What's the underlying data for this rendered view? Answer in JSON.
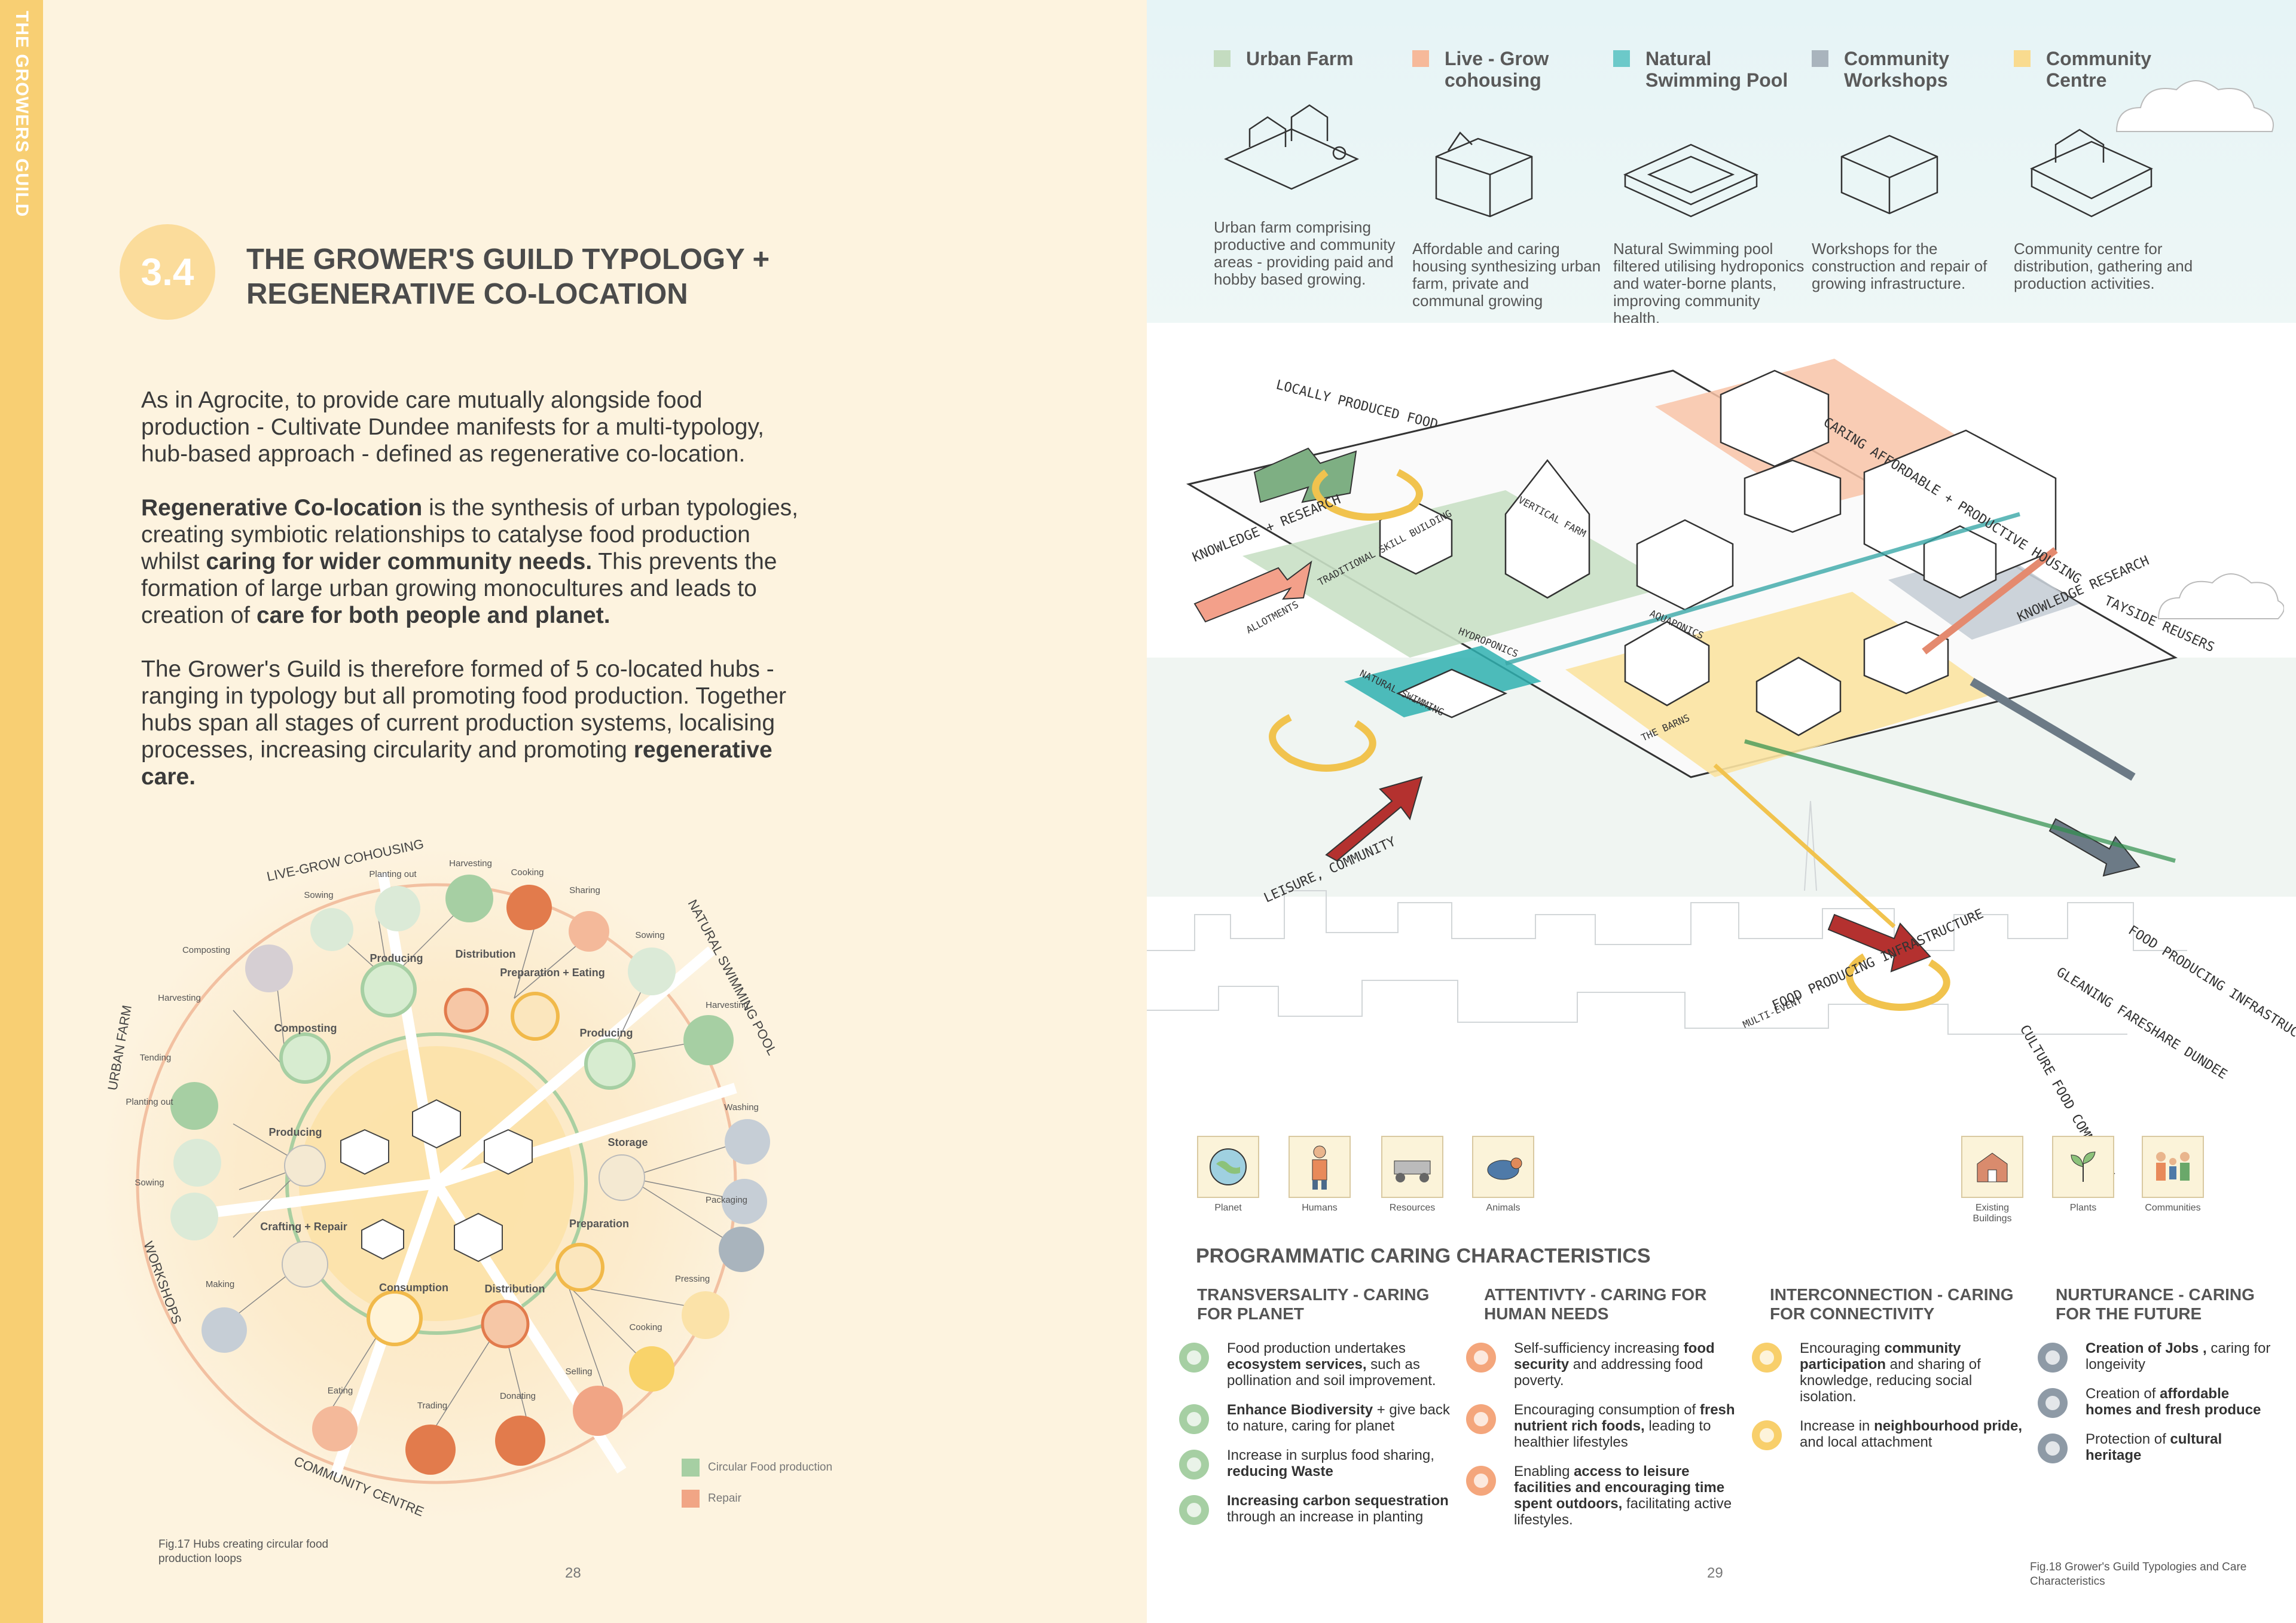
{
  "spine": "THE GROWERS GUILD",
  "section": {
    "number": "3.4",
    "title_line1": "THE GROWER'S GUILD TYPOLOGY +",
    "title_line2": "REGENERATIVE CO-LOCATION"
  },
  "paragraphs": {
    "p1": "As in Agrocite, to provide care mutually alongside food production - Cultivate Dundee manifests for a multi-typology, hub-based approach - defined as regenerative co-location.",
    "p2a": "Regenerative Co-location",
    "p2b": " is the synthesis of urban typologies, creating symbiotic relationships to catalyse food production whilst ",
    "p2c": "caring for wider community needs.",
    "p2d": " This prevents the formation of large urban growing monocultures and leads to creation of ",
    "p2e": "care for both people and planet.",
    "p3a": "The Grower's Guild is therefore formed of 5 co-located hubs - ranging in typology but all promoting food production. Together hubs span all stages of current production systems, localising processes, increasing circularity and promoting ",
    "p3b": "regenerative care."
  },
  "wheel": {
    "hubs": [
      "LIVE-GROW COHOUSING",
      "NATURAL SWIMMING POOL",
      "URBAN FARM",
      "WORKSHOPS",
      "COMMUNITY CENTRE"
    ],
    "inner": [
      "Producing",
      "Distribution",
      "Preparation + Eating",
      "Producing",
      "Composting",
      "Producing",
      "Storage",
      "Preparation",
      "Crafting + Repair",
      "Consumption",
      "Distribution"
    ],
    "outer": [
      "Sowing",
      "Planting out",
      "Harvesting",
      "Cooking",
      "Sharing",
      "Sowing",
      "Harvesting",
      "Washing",
      "Packaging",
      "Pressing",
      "Cooking",
      "Selling",
      "Donating",
      "Trading",
      "Eating",
      "Making",
      "Sowing",
      "Planting out",
      "Tending",
      "Harvesting",
      "Composting"
    ],
    "legend": [
      "Circular Food production",
      "Repair"
    ]
  },
  "captions": {
    "fig17": "Fig.17 Hubs creating circular food production loops",
    "fig18": "Fig.18 Grower's Guild Typologies and Care Characteristics",
    "page_left": "28",
    "page_right": "29"
  },
  "typologies": [
    {
      "name": "Urban Farm",
      "color": "#c4dcc0",
      "desc": "Urban farm comprising productive and community areas - providing paid and hobby based growing."
    },
    {
      "name": "Live - Grow cohousing",
      "color": "#f6b99a",
      "desc": "Affordable and caring housing synthesizing urban farm, private and communal growing"
    },
    {
      "name": "Natural Swimming Pool",
      "color": "#6cc9c9",
      "desc": "Natural Swimming pool filtered utilising hydroponics and water-borne plants, improving community health."
    },
    {
      "name": "Community Workshops",
      "color": "#a9b4bd",
      "desc": "Workshops for the construction and repair of growing infrastructure."
    },
    {
      "name": "Community Centre",
      "color": "#f9db8f",
      "desc": "Community centre for distribution, gathering and production activities."
    }
  ],
  "axo_labels": [
    "LOCALLY PRODUCED FOOD",
    "KNOWLEDGE + RESEARCH",
    "CARING AFFORDABLE + PRODUCTIVE HOUSING",
    "TAYSIDE REUSERS",
    "KNOWLEDGE RESEARCH",
    "LEISURE, COMMUNITY",
    "FOOD PRODUCING INFRASTRUCTURE",
    "GLEANING FARESHARE DUNDEE",
    "CULTURE FOOD COMMUNITY",
    "FOOD PRODUCING INFRASTRUCTURE",
    "VERTICAL FARM",
    "AQUAPONICS",
    "HYDROPONICS",
    "NATURAL SWIMMING",
    "TRADITIONAL SKILL BUILDING",
    "ALLOTMENTS",
    "THE BARNS",
    "MULTI-EVENT"
  ],
  "icons": [
    "Planet",
    "Humans",
    "Resources",
    "Animals",
    "Existing Buildings",
    "Plants",
    "Communities"
  ],
  "prog_title": "PROGRAMMATIC CARING CHARACTERISTICS",
  "columns": [
    {
      "title": "TRANSVERSALITY - CARING FOR PLANET",
      "color": "#a6cfa3",
      "items": [
        {
          "a": "Food production undertakes ",
          "b": "ecosystem services,",
          "c": " such as pollination and soil improvement."
        },
        {
          "a": "",
          "b": "Enhance Biodiversity",
          "c": " + give back to nature, caring for planet"
        },
        {
          "a": "Increase in surplus food sharing, ",
          "b": "reducing Waste",
          "c": ""
        },
        {
          "a": "",
          "b": "Increasing carbon sequestration",
          "c": " through an increase in planting"
        }
      ]
    },
    {
      "title": "ATTENTIVTY - CARING FOR HUMAN NEEDS",
      "color": "#f4a67c",
      "items": [
        {
          "a": "Self-sufficiency increasing ",
          "b": "food security",
          "c": " and addressing food poverty."
        },
        {
          "a": "Encouraging consumption of ",
          "b": "fresh nutrient rich foods,",
          "c": " leading to healthier lifestyles"
        },
        {
          "a": "Enabling ",
          "b": "access to leisure facilities and encouraging time spent outdoors,",
          "c": " facilitating active lifestyles."
        }
      ]
    },
    {
      "title": "INTERCONNECTION - CARING FOR CONNECTIVITY",
      "color": "#f8cf6b",
      "items": [
        {
          "a": "Encouraging ",
          "b": "community participation",
          "c": " and sharing of knowledge, reducing social isolation."
        },
        {
          "a": "Increase in ",
          "b": "neighbourhood pride,",
          "c": " and local attachment"
        }
      ]
    },
    {
      "title": "NURTURANCE - CARING FOR THE FUTURE",
      "color": "#8e9aa6",
      "items": [
        {
          "a": "",
          "b": "Creation of Jobs ,",
          "c": " caring for longeivity"
        },
        {
          "a": "Creation of ",
          "b": "affordable homes and fresh produce",
          "c": ""
        },
        {
          "a": "Protection of ",
          "b": "cultural heritage",
          "c": ""
        }
      ]
    }
  ]
}
